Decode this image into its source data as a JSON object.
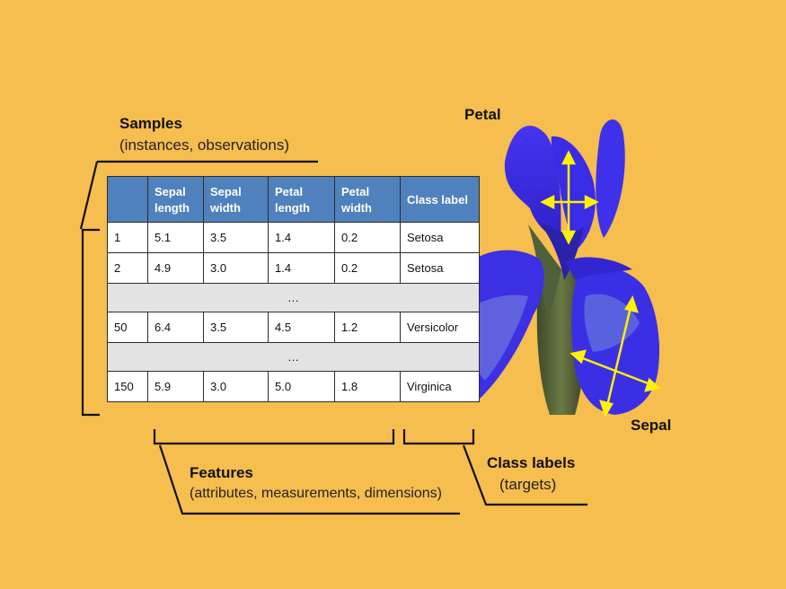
{
  "samples": {
    "title": "Samples",
    "subtitle": "(instances, observations)"
  },
  "features": {
    "title": "Features",
    "subtitle": "(attributes, measurements, dimensions)"
  },
  "class_labels": {
    "title": "Class labels",
    "subtitle": "(targets)"
  },
  "flower": {
    "petal_label": "Petal",
    "sepal_label": "Sepal",
    "petal_color": "#3A2FE0",
    "sepal_arrow_color": "#FFF200"
  },
  "table": {
    "headers": [
      "",
      "Sepal length",
      "Sepal width",
      "Petal length",
      "Petal width",
      "Class label"
    ],
    "header_color": "#4F81BD",
    "rows": [
      [
        "1",
        "5.1",
        "3.5",
        "1.4",
        "0.2",
        "Setosa"
      ],
      [
        "2",
        "4.9",
        "3.0",
        "1.4",
        "0.2",
        "Setosa"
      ],
      [
        "…"
      ],
      [
        "50",
        "6.4",
        "3.5",
        "4.5",
        "1.2",
        "Versicolor"
      ],
      [
        "…"
      ],
      [
        "150",
        "5.9",
        "3.0",
        "5.0",
        "1.8",
        "Virginica"
      ]
    ]
  },
  "background_color": "#F6BD4F"
}
